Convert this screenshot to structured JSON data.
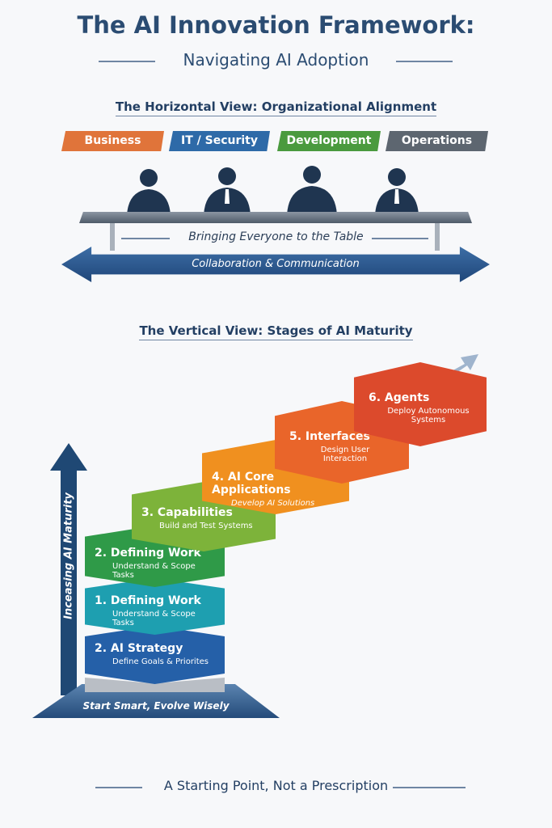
{
  "header": {
    "title": "The AI Innovation Framework:",
    "subtitle": "Navigating AI Adoption"
  },
  "horizontal": {
    "heading": "The Horizontal View: Organizational Alignment",
    "teams": [
      {
        "label": "Business",
        "color": "#e0743a"
      },
      {
        "label": "IT / Security",
        "color": "#2e6aa8"
      },
      {
        "label": "Development",
        "color": "#4a9a3e"
      },
      {
        "label": "Operations",
        "color": "#5d6670"
      }
    ],
    "table_caption": "Bringing Everyone to the Table",
    "arrow_label": "Collaboration & Communication"
  },
  "vertical": {
    "heading": "The Vertical View: Stages of AI Maturity",
    "axis_label": "Inceasing AI Maturity",
    "base_label": "Start Smart, Evolve Wisely",
    "stages": [
      {
        "title": "2. AI Strategy",
        "desc": "Define Goals & Priorites",
        "color": "#2560a8"
      },
      {
        "title": "1. Defining Work",
        "desc": "Understand & Scope Tasks",
        "color": "#1e9fb0"
      },
      {
        "title": "2. Defining Work",
        "desc": "Understand & Scope Tasks",
        "color": "#2f9a48"
      },
      {
        "title": "3. Capabilities",
        "desc": "Build and Test Systems",
        "color": "#7db33a"
      },
      {
        "title": "4. AI Core Applications",
        "desc": "Develop AI Solutions",
        "color": "#f0901f"
      },
      {
        "title": "5. Interfaces",
        "desc": "Design User Interaction",
        "color": "#e9652a"
      },
      {
        "title": "6. Agents",
        "desc": "Deploy Autonomous Systems",
        "color": "#dc4a2c"
      }
    ]
  },
  "footer": {
    "text": "A Starting Point, Not a Prescription"
  }
}
